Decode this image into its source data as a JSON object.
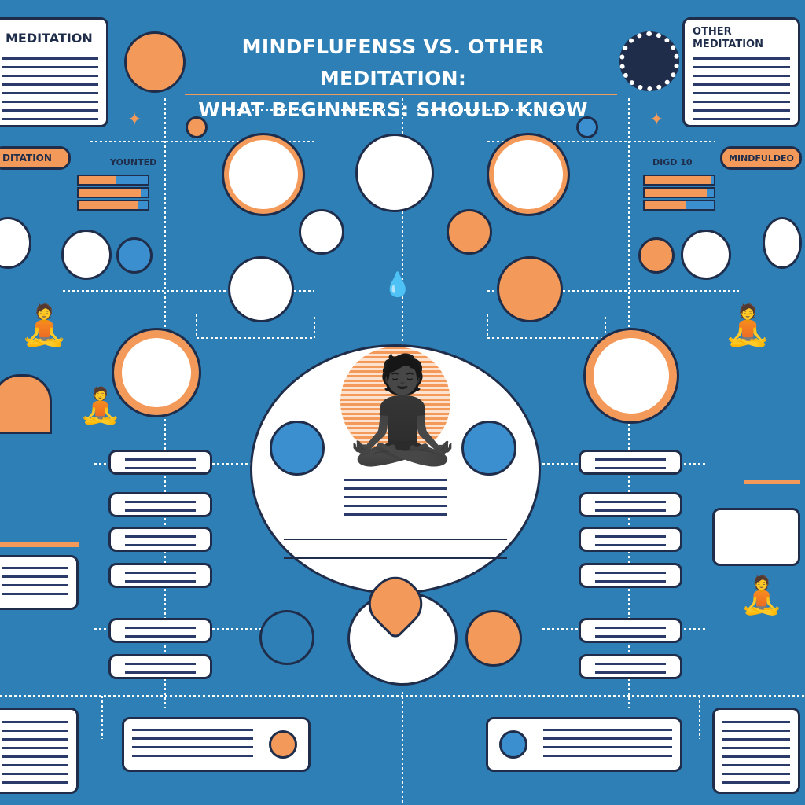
{
  "title": {
    "line1": "MINDFLUFENSS VS.  OTHER MEDITATION:",
    "line2": "WHAT BEGINNERS: SHOULD KNOW"
  },
  "left_card": {
    "heading": "MEDITATION"
  },
  "right_card": {
    "heading": "OTHER MEDITATION"
  },
  "left_pill": {
    "label": "DITATION"
  },
  "right_pill": {
    "label": "MINDFULDEO"
  },
  "small_labels": {
    "left_bars": "YOUNTED",
    "right_bars": "DIGD 10"
  },
  "bars_left": [
    0.55,
    0.9,
    0.85
  ],
  "bars_right": [
    0.95,
    0.9,
    0.6
  ],
  "colors": {
    "background": "#2d7fb6",
    "accent": "#f39a5a",
    "ink": "#1f2d4a",
    "light_blue": "#3b8fcf"
  },
  "icons": [
    "face-icon",
    "mandala-icon",
    "lotus-icon",
    "flame-icon",
    "meditating-person-icon",
    "water-drop-icon",
    "heart-icon",
    "sparkle-icon"
  ]
}
